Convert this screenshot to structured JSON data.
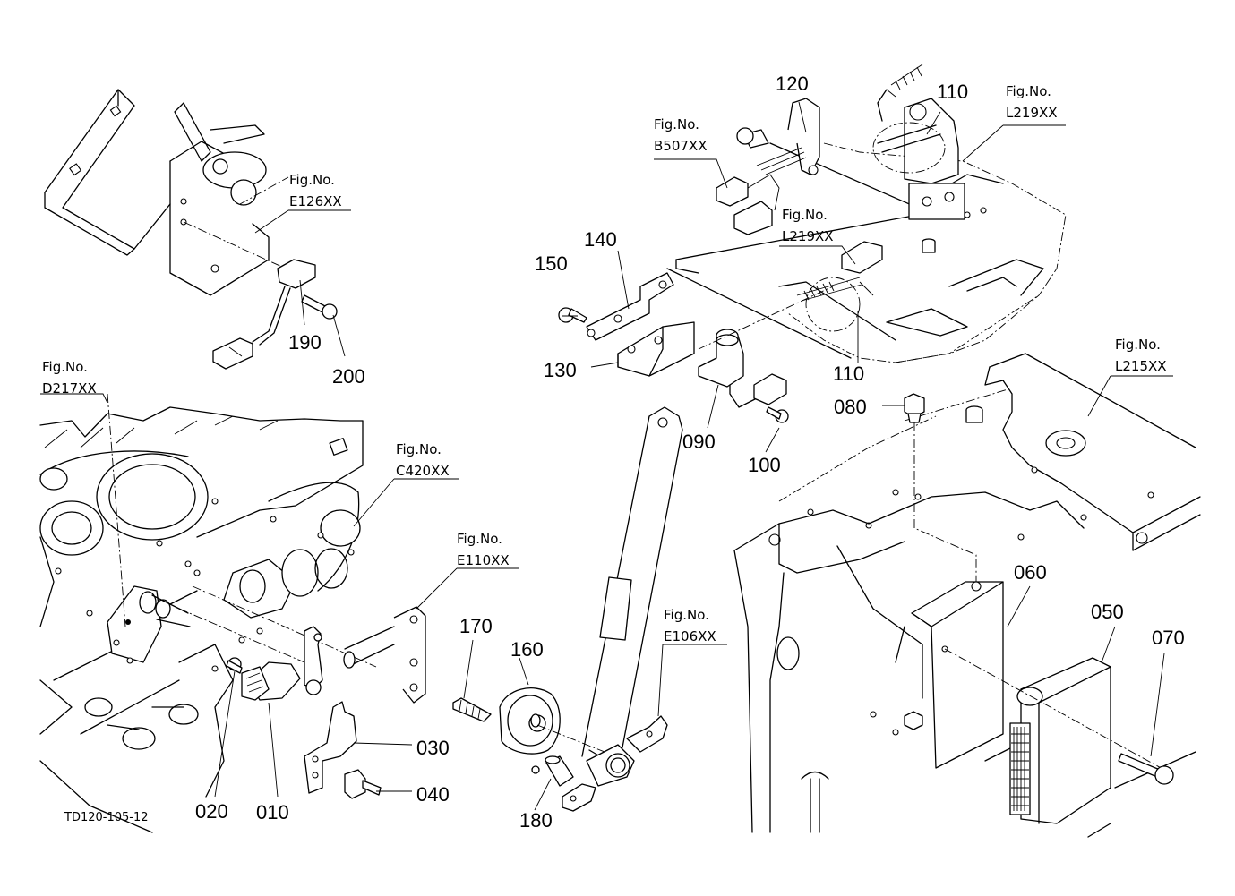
{
  "drawing_code": "TD120-105-12",
  "part_numbers": {
    "p010": "010",
    "p020": "020",
    "p030": "030",
    "p040": "040",
    "p050": "050",
    "p060": "060",
    "p070": "070",
    "p080": "080",
    "p090": "090",
    "p100": "100",
    "p110a": "110",
    "p110b": "110",
    "p120": "120",
    "p130": "130",
    "p140": "140",
    "p150": "150",
    "p160": "160",
    "p170": "170",
    "p180": "180",
    "p190": "190",
    "p200": "200"
  },
  "figure_refs": {
    "fig_label": "Fig.No.",
    "e126": "E126XX",
    "b507": "B507XX",
    "l219a": "L219XX",
    "l219b": "L219XX",
    "l215": "L215XX",
    "d217": "D217XX",
    "c420": "C420XX",
    "e110": "E110XX",
    "e106": "E106XX"
  }
}
